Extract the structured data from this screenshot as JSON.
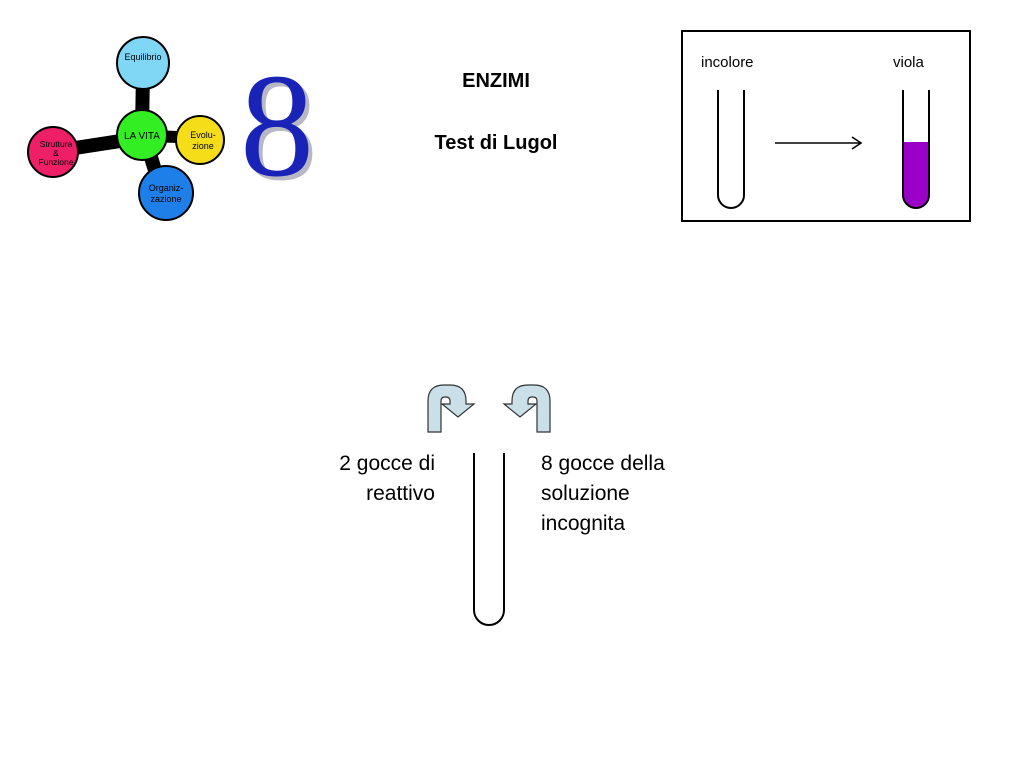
{
  "logo": {
    "center": "LA VITA",
    "top": "Equilibrio",
    "right_lines": [
      "Evolu-",
      "zione"
    ],
    "bottom_lines": [
      "Organiz-",
      "zazione"
    ],
    "left_lines": [
      "Struttura",
      "&",
      "Funzione"
    ],
    "colors": {
      "center": "#33ee22",
      "top": "#7fd6f5",
      "right": "#f5dd1a",
      "bottom": "#1f7fe8",
      "left": "#ee1f66"
    }
  },
  "chapter_number": "8",
  "header": {
    "title": "ENZIMI",
    "subtitle": "Test di Lugol"
  },
  "reference_box": {
    "left_label": "incolore",
    "right_label": "viola",
    "result_color": "#9b00c8"
  },
  "experiment": {
    "left_text_lines": [
      "2 gocce di",
      "reattivo"
    ],
    "right_text_lines": [
      "8 gocce della",
      "soluzione",
      "incognita"
    ],
    "arrow_color": "#c9e0e8"
  }
}
